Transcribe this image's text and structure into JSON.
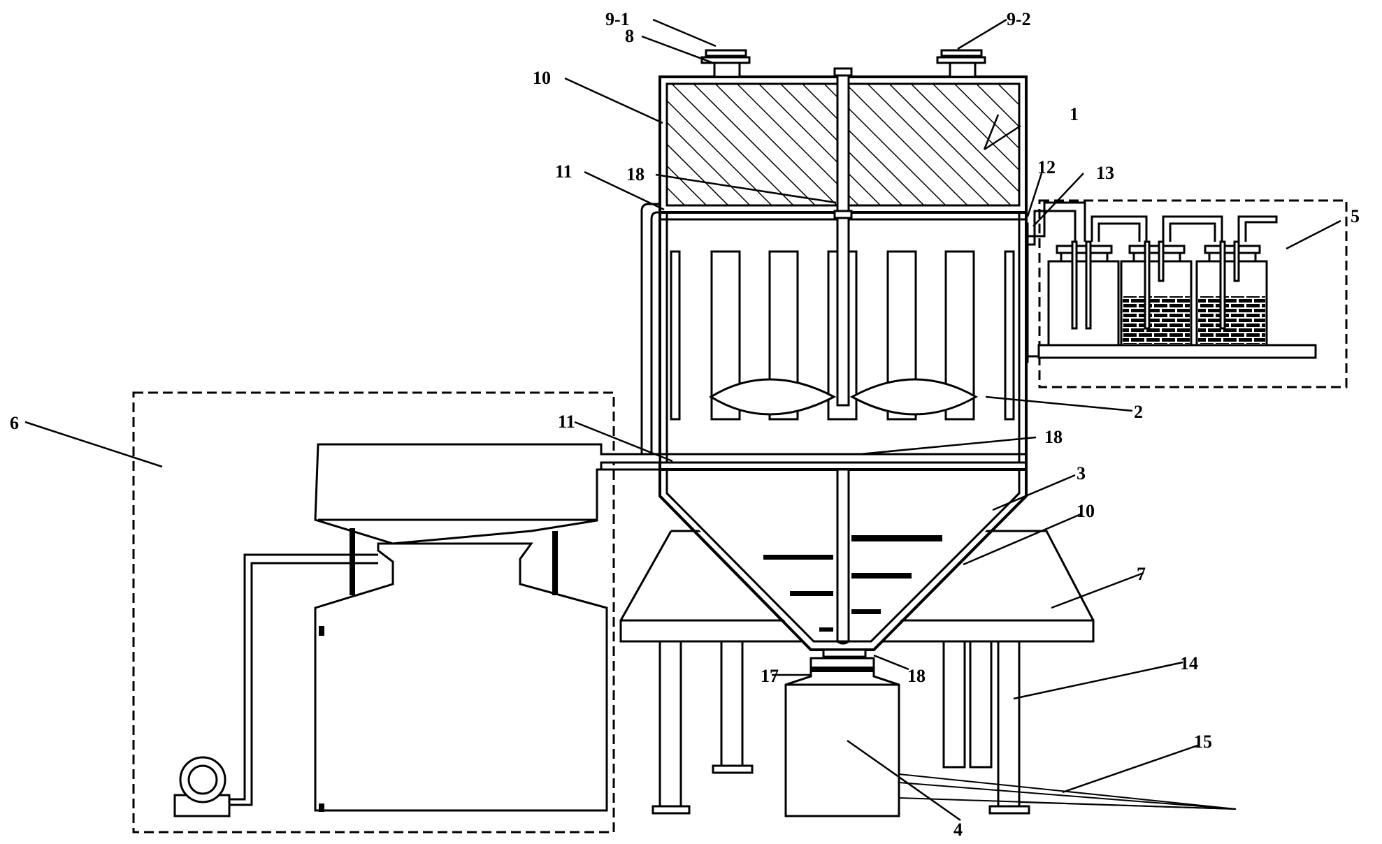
{
  "labels": {
    "l1": "1",
    "l2": "2",
    "l3": "3",
    "l4": "4",
    "l5": "5",
    "l6": "6",
    "l7": "7",
    "l8": "8",
    "l9_1": "9-1",
    "l9_2": "9-2",
    "l10_top": "10",
    "l10_bottom": "10",
    "l11_top": "11",
    "l11_bottom": "11",
    "l12": "12",
    "l13": "13",
    "l14": "14",
    "l15": "15",
    "l17": "17",
    "l18_top": "18",
    "l18_mid": "18",
    "l18_bottom": "18"
  }
}
